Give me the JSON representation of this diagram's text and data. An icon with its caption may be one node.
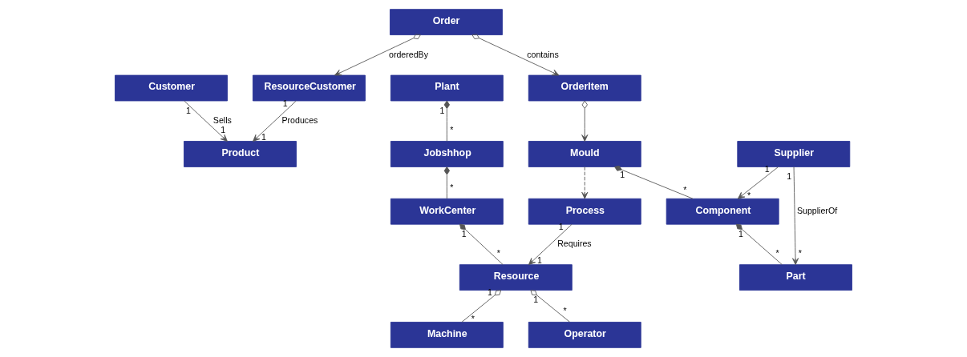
{
  "diagram": {
    "nodes": [
      {
        "text": [
          "ResourceCustomer"
        ]
      },
      {
        "text": [
          "Product"
        ]
      },
      {
        "text": [
          "Customer"
        ]
      },
      {
        "text": [
          "Plant"
        ]
      },
      {
        "text": [
          "Order"
        ]
      },
      {
        "text": [
          "Mould"
        ]
      },
      {
        "text": [
          "Process"
        ]
      },
      {
        "text": [
          "Resource"
        ]
      },
      {
        "text": [
          "Jobshhop"
        ]
      },
      {
        "text": [
          "OrderItem"
        ]
      },
      {
        "text": [
          "Component"
        ]
      },
      {
        "text": [
          "WorkCenter"
        ]
      },
      {
        "text": [
          "Machine"
        ]
      },
      {
        "text": [
          "Operator"
        ]
      },
      {
        "text": [
          "Supplier"
        ]
      },
      {
        "text": [
          "Part"
        ]
      }
    ],
    "edges": [
      {
        "from": 0,
        "to": 1,
        "arrow": "to",
        "label": "Produces"
      },
      {
        "from": 2,
        "to": 1,
        "arrow": "to",
        "label": "Sells"
      },
      {
        "from": 4,
        "to": 0,
        "arrow": "to",
        "label": "orderedBy"
      },
      {
        "from": 4,
        "to": 9,
        "arrow": "to",
        "label": "contains"
      },
      {
        "from": 9,
        "to": 5,
        "arrow": "to"
      },
      {
        "from": 5,
        "to": 6,
        "arrow": "to",
        "style": "dashed"
      },
      {
        "from": 6,
        "to": 7,
        "arrow": "to",
        "label": "Requires"
      },
      {
        "from": 3,
        "to": 8,
        "arrow": "other"
      },
      {
        "from": 8,
        "to": 11,
        "arrow": "other"
      },
      {
        "from": 5,
        "to": 10,
        "arrow": "other"
      },
      {
        "from": 10,
        "to": 15,
        "arrow": "other"
      },
      {
        "from": 14,
        "to": 10,
        "arrow": "to"
      },
      {
        "from": 14,
        "to": 15,
        "arrow": "to",
        "label": "SupplierOf"
      },
      {
        "from": 7,
        "to": 12,
        "arrow": "other"
      },
      {
        "from": 7,
        "to": 13,
        "arrow": "other"
      },
      {
        "from": 11,
        "to": 7,
        "arrow": "other"
      }
    ],
    "labels": [
      "1",
      "1",
      "1",
      "1",
      "1",
      "1",
      "1",
      "*",
      "*",
      "1",
      "*",
      "1",
      "*",
      "1",
      "*",
      "1",
      "*",
      "1",
      "*",
      "1",
      "*",
      "1",
      "*"
    ]
  }
}
